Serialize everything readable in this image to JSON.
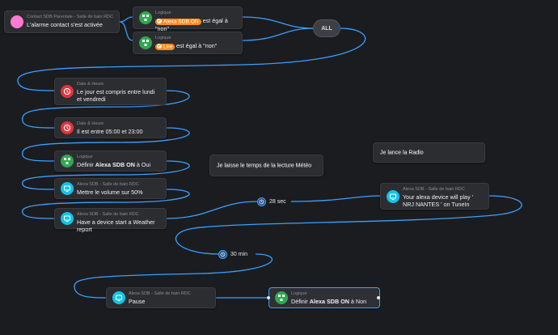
{
  "trigger": {
    "category": "Contact SDB Parentale - Salle de bain RDC",
    "text": "L'alarme contact s'est activée"
  },
  "condition_1": {
    "category": "Logique",
    "pill": "Alexa SDB ON",
    "text": "est égal à \"non\""
  },
  "condition_2": {
    "category": "Logique",
    "pill": "Lire",
    "text": "est égal à \"non\""
  },
  "all_node": {
    "label": "ALL"
  },
  "weekday": {
    "category": "Date & Heure",
    "text": "Le jour est compris entre lundi et vendredi"
  },
  "time_range": {
    "category": "Date & Heure",
    "text": "Il est entre 05:00 et 23:00"
  },
  "set_on": {
    "category": "Logique",
    "text_prefix": "Définir",
    "text_bold": "Alexa SDB ON",
    "text_suffix": "à Oui"
  },
  "volume": {
    "category": "Alexa SDB - Salle de bain RDC",
    "text": "Mettre le volume sur 50%"
  },
  "weather": {
    "category": "Alexa SDB - Salle de bain RDC",
    "text": "Have a device start a Weather report"
  },
  "note_meteo": {
    "text": "Je laisse le temps de la lecture Météo"
  },
  "note_radio": {
    "text": "Je lance la Radio"
  },
  "delay_1": {
    "label": "28 sec"
  },
  "radio": {
    "category": "Alexa SDB - Salle de bain RDC",
    "text": "Your alexa device will play ' NRJ NANTES ' on TuneIn"
  },
  "delay_2": {
    "label": "30 min"
  },
  "pause": {
    "category": "Alexa SDB - Salle de bain RDC",
    "text": "Pause"
  },
  "set_off": {
    "category": "Logique",
    "text_prefix": "Définir",
    "text_bold": "Alexa SDB ON",
    "text_suffix": "à Non"
  },
  "colors": {
    "background": "#1b1c20",
    "card": "#2c2d31",
    "wire": "#3aa0ff",
    "date_icon": "#e0353f",
    "logic_icon": "#2fa84f",
    "alexa_icon": "#10c4e6",
    "contact_icon": "#ff7bd0",
    "pill": "#ff8c1a"
  }
}
